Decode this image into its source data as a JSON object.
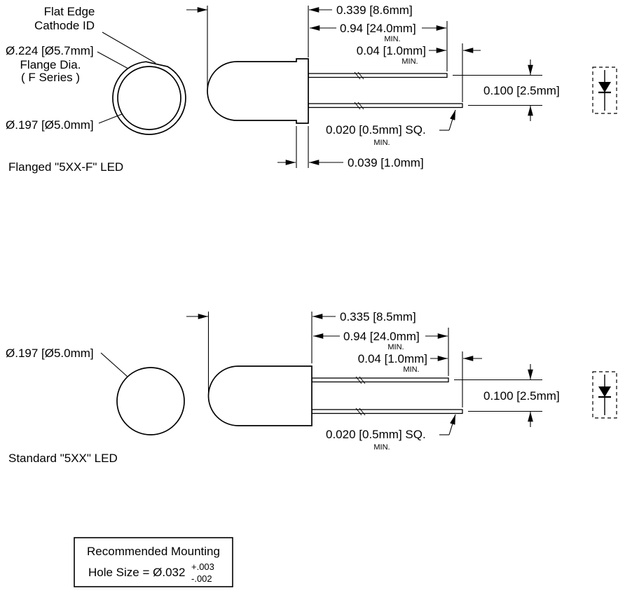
{
  "colors": {
    "line": "#000000",
    "background": "#ffffff"
  },
  "flanged": {
    "caption": "Flanged \"5XX-F\" LED",
    "callouts": {
      "flat_edge": [
        "Flat Edge",
        "Cathode ID"
      ],
      "flange_dia": [
        "Ø.224 [Ø5.7mm]",
        "Flange Dia.",
        "( F Series )"
      ],
      "lens_dia": "Ø.197 [Ø5.0mm]"
    },
    "dims": {
      "body_length": "0.339 [8.6mm]",
      "lead_length": "0.94 [24.0mm]",
      "lead_length_min": "MIN.",
      "tip_offset": "0.04 [1.0mm]",
      "tip_offset_min": "MIN.",
      "lead_pitch": "0.100 [2.5mm]",
      "lead_square": "0.020 [0.5mm] SQ.",
      "lead_square_min": "MIN.",
      "flange_thickness": "0.039 [1.0mm]"
    }
  },
  "standard": {
    "caption": "Standard \"5XX\" LED",
    "callouts": {
      "lens_dia": "Ø.197 [Ø5.0mm]"
    },
    "dims": {
      "body_length": "0.335 [8.5mm]",
      "lead_length": "0.94 [24.0mm]",
      "lead_length_min": "MIN.",
      "tip_offset": "0.04 [1.0mm]",
      "tip_offset_min": "MIN.",
      "lead_pitch": "0.100 [2.5mm]",
      "lead_square": "0.020 [0.5mm] SQ.",
      "lead_square_min": "MIN."
    }
  },
  "mounting_note": {
    "line1": "Recommended Mounting",
    "line2": "Hole Size = Ø.032",
    "tolerance_plus": "+.003",
    "tolerance_minus": "-.002"
  }
}
